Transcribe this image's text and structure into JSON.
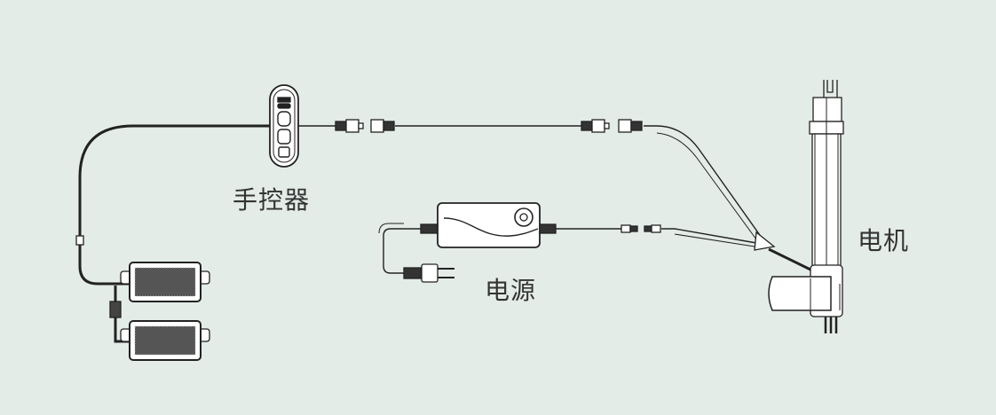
{
  "labels": {
    "hand_controller": "手控器",
    "power_supply": "电源",
    "motor": "电机"
  },
  "colors": {
    "background": "#e3ece7",
    "line": "#222222"
  }
}
